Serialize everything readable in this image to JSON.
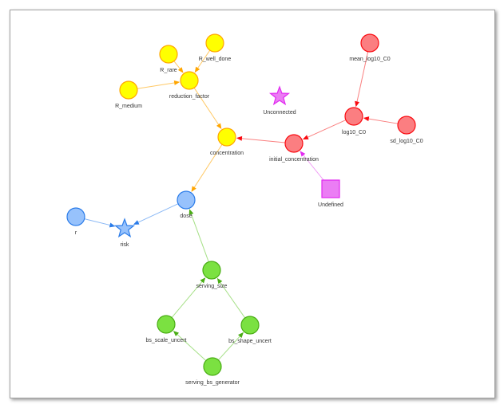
{
  "groups": {
    "yellow": {
      "fill": "#ffff00",
      "stroke": "#ffa500",
      "edge": "#ffc966"
    },
    "red": {
      "fill": "#fb7e81",
      "stroke": "#fa0a10",
      "edge": "#fa8080"
    },
    "blue": {
      "fill": "#97c2fc",
      "stroke": "#2b7ce9",
      "edge": "#8ab8f5"
    },
    "green": {
      "fill": "#7be141",
      "stroke": "#4aad15",
      "edge": "#a6e087"
    },
    "magenta": {
      "fill": "#eb7df4",
      "stroke": "#e129f0",
      "edge": "#f0a0f5"
    }
  },
  "nodes": [
    {
      "id": "R_well_done",
      "label": "R_well_done",
      "group": "yellow",
      "shape": "circle"
    },
    {
      "id": "R_rare",
      "label": "R_rare",
      "group": "yellow",
      "shape": "circle"
    },
    {
      "id": "R_medium",
      "label": "R_medium",
      "group": "yellow",
      "shape": "circle"
    },
    {
      "id": "reduction_factor",
      "label": "reduction_factor",
      "group": "yellow",
      "shape": "circle"
    },
    {
      "id": "concentration",
      "label": "concentration",
      "group": "yellow",
      "shape": "circle"
    },
    {
      "id": "Unconnected",
      "label": "Unconnected",
      "group": "magenta",
      "shape": "star"
    },
    {
      "id": "mean_log10_C0",
      "label": "mean_log10_C0",
      "group": "red",
      "shape": "circle"
    },
    {
      "id": "log10_C0",
      "label": "log10_C0",
      "group": "red",
      "shape": "circle"
    },
    {
      "id": "sd_log10_C0",
      "label": "sd_log10_C0",
      "group": "red",
      "shape": "circle"
    },
    {
      "id": "initial_concentration",
      "label": "initial_concentration",
      "group": "red",
      "shape": "circle"
    },
    {
      "id": "Undefined",
      "label": "Undefined",
      "group": "magenta",
      "shape": "square"
    },
    {
      "id": "dose",
      "label": "dose",
      "group": "blue",
      "shape": "circle"
    },
    {
      "id": "r",
      "label": "r",
      "group": "blue",
      "shape": "circle"
    },
    {
      "id": "risk",
      "label": "risk",
      "group": "blue",
      "shape": "star"
    },
    {
      "id": "serving_size",
      "label": "serving_size",
      "group": "green",
      "shape": "circle"
    },
    {
      "id": "bs_scale_uncert",
      "label": "bs_scale_uncert",
      "group": "green",
      "shape": "circle"
    },
    {
      "id": "bs_shape_uncert",
      "label": "bs_shape_uncert",
      "group": "green",
      "shape": "circle"
    },
    {
      "id": "serving_bs_generator",
      "label": "serving_bs_generator",
      "group": "green",
      "shape": "circle"
    }
  ],
  "edges": [
    {
      "from": "R_rare",
      "to": "reduction_factor",
      "group": "yellow"
    },
    {
      "from": "R_well_done",
      "to": "reduction_factor",
      "group": "yellow"
    },
    {
      "from": "R_medium",
      "to": "reduction_factor",
      "group": "yellow"
    },
    {
      "from": "reduction_factor",
      "to": "concentration",
      "group": "yellow"
    },
    {
      "from": "initial_concentration",
      "to": "concentration",
      "group": "red"
    },
    {
      "from": "mean_log10_C0",
      "to": "log10_C0",
      "group": "red"
    },
    {
      "from": "sd_log10_C0",
      "to": "log10_C0",
      "group": "red"
    },
    {
      "from": "log10_C0",
      "to": "initial_concentration",
      "group": "red"
    },
    {
      "from": "Undefined",
      "to": "initial_concentration",
      "group": "magenta"
    },
    {
      "from": "concentration",
      "to": "dose",
      "group": "yellow"
    },
    {
      "from": "dose",
      "to": "risk",
      "group": "blue"
    },
    {
      "from": "r",
      "to": "risk",
      "group": "blue"
    },
    {
      "from": "serving_size",
      "to": "dose",
      "group": "green"
    },
    {
      "from": "bs_scale_uncert",
      "to": "serving_size",
      "group": "green"
    },
    {
      "from": "bs_shape_uncert",
      "to": "serving_size",
      "group": "green"
    },
    {
      "from": "serving_bs_generator",
      "to": "bs_scale_uncert",
      "group": "green"
    },
    {
      "from": "serving_bs_generator",
      "to": "bs_shape_uncert",
      "group": "green"
    }
  ]
}
